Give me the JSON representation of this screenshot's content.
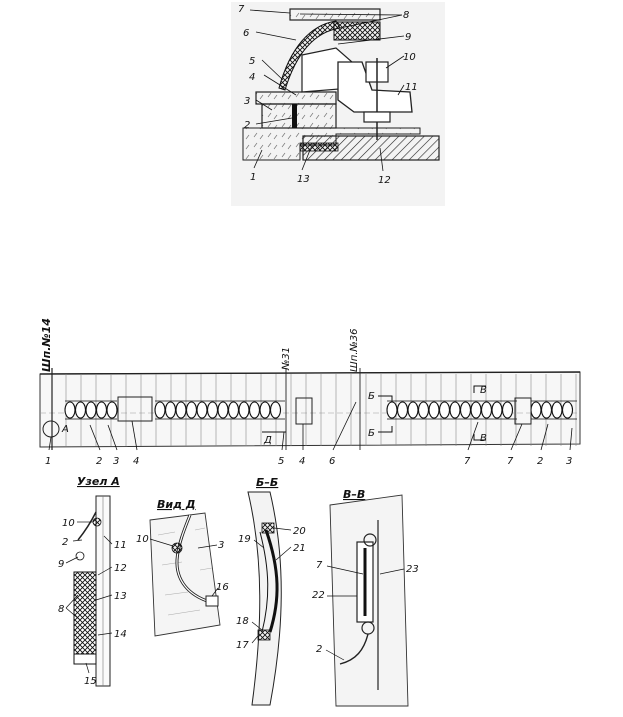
{
  "figure_top": {
    "labels": [
      "7",
      "8",
      "6",
      "9",
      "10",
      "5",
      "4",
      "11",
      "3",
      "2",
      "1",
      "13",
      "12"
    ]
  },
  "figure_bottom": {
    "frame_labels": [
      "Шп.№14",
      "№31",
      "Шп.№36"
    ],
    "section_marks": [
      "Б",
      "Б",
      "В",
      "В",
      "Д",
      "А"
    ],
    "bottom_numbers": [
      "1",
      "2",
      "3",
      "4",
      "5",
      "4",
      "6",
      "7",
      "7",
      "2",
      "3"
    ],
    "views": {
      "node_a": {
        "title": "Узел А",
        "labels": [
          "10",
          "2",
          "11",
          "9",
          "12",
          "13",
          "8",
          "14",
          "15"
        ]
      },
      "view_d": {
        "title": "Вид Д",
        "labels": [
          "10",
          "3",
          "16"
        ]
      },
      "section_bb": {
        "title": "Б–Б",
        "labels": [
          "19",
          "20",
          "21",
          "18",
          "17"
        ]
      },
      "section_vv": {
        "title": "В–В",
        "labels": [
          "7",
          "23",
          "22",
          "2"
        ]
      }
    }
  }
}
